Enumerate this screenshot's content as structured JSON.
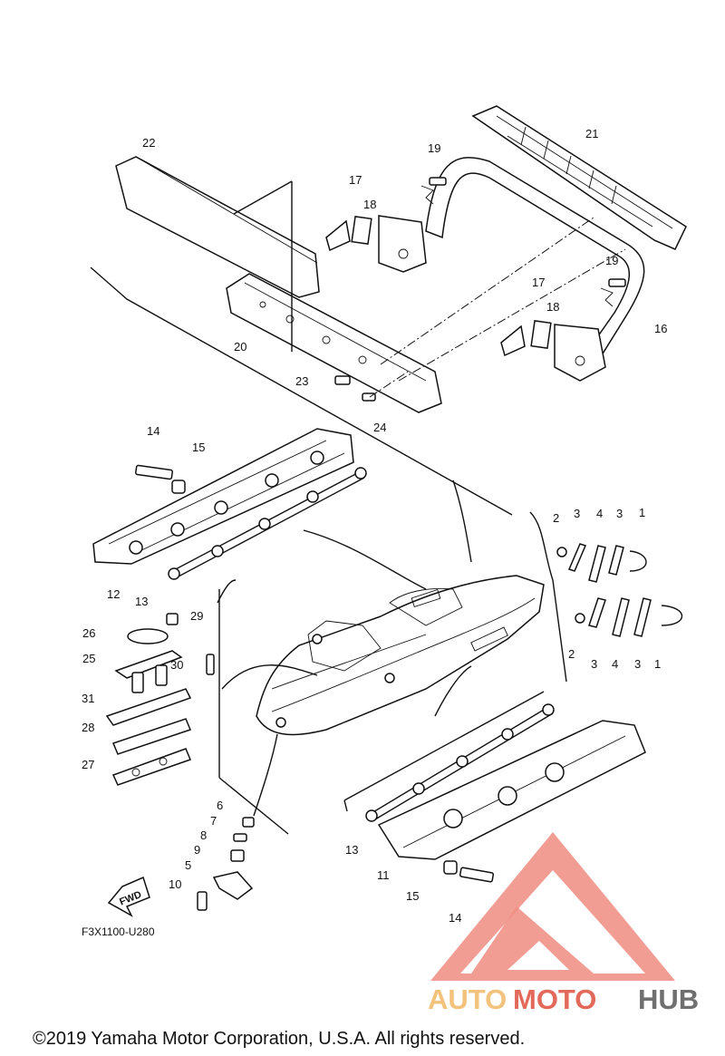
{
  "labels": {
    "p1a": "1",
    "p1b": "1",
    "p2a": "2",
    "p2b": "2",
    "p3a": "3",
    "p3b": "3",
    "p3c": "3",
    "p3d": "3",
    "p4a": "4",
    "p4b": "4",
    "p5": "5",
    "p6": "6",
    "p7": "7",
    "p8": "8",
    "p9": "9",
    "p10": "10",
    "p11": "11",
    "p12": "12",
    "p13a": "13",
    "p13b": "13",
    "p14a": "14",
    "p14b": "14",
    "p15a": "15",
    "p15b": "15",
    "p16": "16",
    "p17a": "17",
    "p17b": "17",
    "p18a": "18",
    "p18b": "18",
    "p19a": "19",
    "p19b": "19",
    "p20": "20",
    "p21": "21",
    "p22": "22",
    "p23": "23",
    "p24": "24",
    "p25": "25",
    "p26": "26",
    "p27": "27",
    "p28": "28",
    "p29": "29",
    "p30": "30",
    "p31": "31"
  },
  "fwd_label": "FWD",
  "diagram_code": "F3X1100-U280",
  "watermark": {
    "auto": "AUTO",
    "moto": "MOTO",
    "hub": "HUB",
    "logo_color": "#e36a5b",
    "auto_color": "#f3c27c",
    "hub_color": "#6f6f6f"
  },
  "copyright": "©2019 Yamaha Motor Corporation, U.S.A. All rights reserved."
}
